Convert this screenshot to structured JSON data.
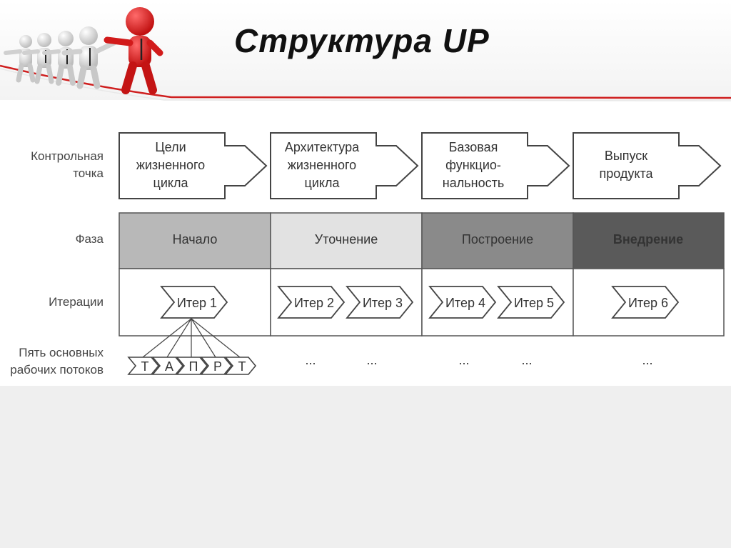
{
  "slide": {
    "title": "Структура UP"
  },
  "rows": {
    "milestone": [
      "Контрольная",
      "точка"
    ],
    "phase": "Фаза",
    "iterations": "Итерации",
    "workflows": [
      "Пять основных",
      "рабочих потоков"
    ]
  },
  "milestones": [
    {
      "lines": [
        "Цели",
        "жизненного",
        "цикла"
      ]
    },
    {
      "lines": [
        "Архитектура",
        "жизненного",
        "цикла"
      ]
    },
    {
      "lines": [
        "Базовая",
        "функцио-",
        "нальность"
      ]
    },
    {
      "lines": [
        "Выпуск",
        "продукта"
      ]
    }
  ],
  "phases": [
    {
      "label": "Начало",
      "fill": "#b8b8b8",
      "text_color": "#333333"
    },
    {
      "label": "Уточнение",
      "fill": "#e2e2e2",
      "text_color": "#333333"
    },
    {
      "label": "Построение",
      "fill": "#8a8a8a",
      "text_color": "#2a2a2a"
    },
    {
      "label": "Внедрение",
      "fill": "#5a5a5a",
      "text_color": "#ffffff"
    }
  ],
  "iterations": [
    "Итер 1",
    "Итер 2",
    "Итер 3",
    "Итер 4",
    "Итер 5",
    "Итер 6"
  ],
  "workflows": [
    "Т",
    "А",
    "П",
    "Р",
    "Т"
  ],
  "ellipsis": "..."
}
